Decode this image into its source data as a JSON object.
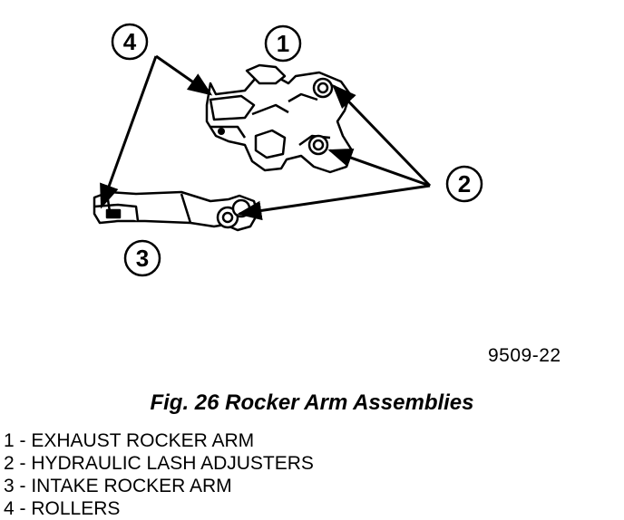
{
  "figure": {
    "callouts": [
      {
        "num": "1"
      },
      {
        "num": "2"
      },
      {
        "num": "3"
      },
      {
        "num": "4"
      }
    ],
    "figure_id": "9509-22",
    "caption": "Fig. 26 Rocker Arm Assemblies"
  },
  "legend": [
    "1 - EXHAUST ROCKER ARM",
    "2 - HYDRAULIC LASH ADJUSTERS",
    "3 - INTAKE ROCKER ARM",
    "4 - ROLLERS"
  ]
}
